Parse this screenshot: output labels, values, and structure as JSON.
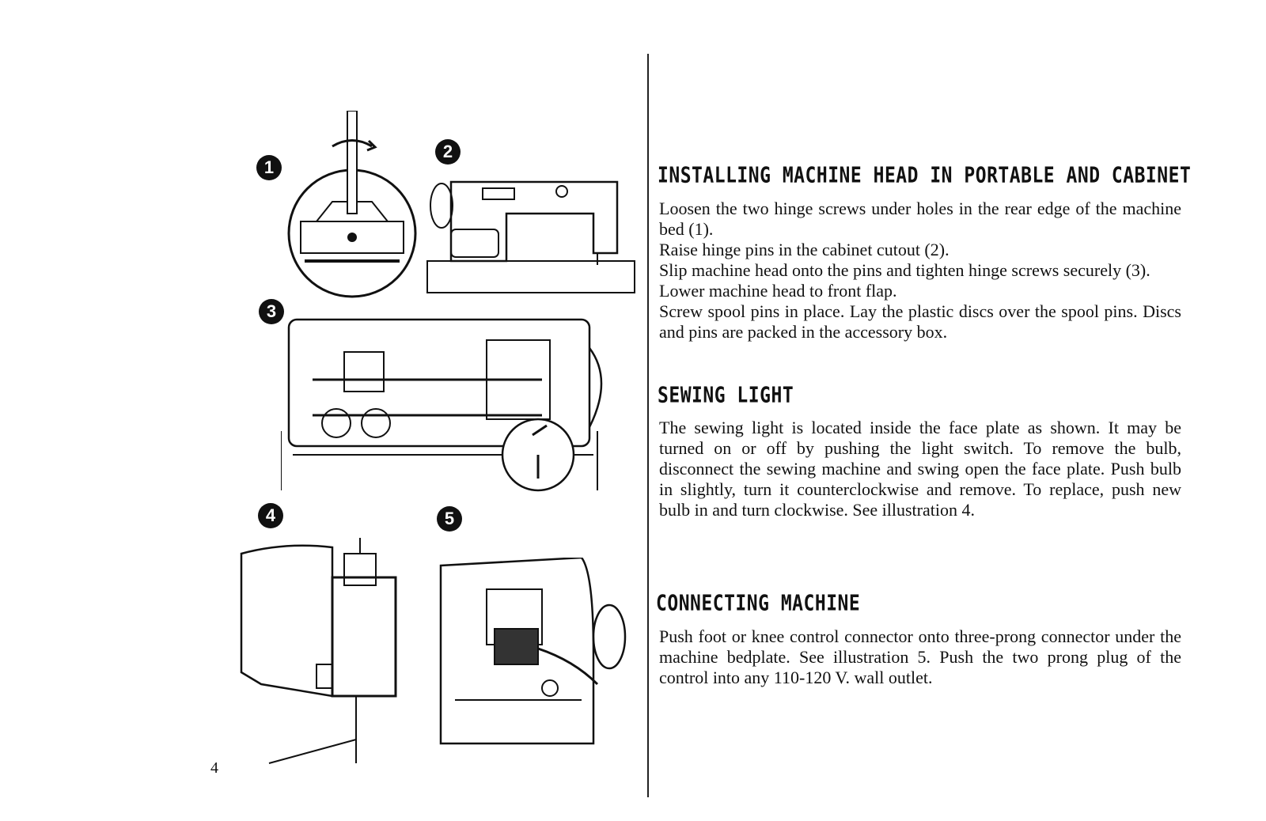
{
  "page_number": "4",
  "figures": {
    "fig1": {
      "badge": "1",
      "label": "figure-1"
    },
    "fig2": {
      "badge": "2",
      "label": "figure-2"
    },
    "fig3": {
      "badge": "3",
      "label": "figure-3"
    },
    "fig4": {
      "badge": "4",
      "label": "figure-4"
    },
    "fig5": {
      "badge": "5",
      "label": "figure-5"
    }
  },
  "sections": {
    "installing": {
      "heading": "INSTALLING MACHINE HEAD IN PORTABLE AND CABINET",
      "lines": [
        "Loosen the two hinge screws under holes in the rear edge of the machine bed (1).",
        "Raise hinge pins in the cabinet cutout (2).",
        "Slip machine head onto the pins and tighten hinge screws securely (3).",
        "Lower machine head to front flap.",
        "Screw spool pins in place. Lay the plastic discs over the spool pins. Discs and pins are packed in the accessory box."
      ]
    },
    "sewing_light": {
      "heading": "SEWING LIGHT",
      "text": "The sewing light is located inside the face plate as shown. It may be turned on or off by pushing the light switch. To remove the bulb, disconnect the sewing machine and swing open the face plate. Push bulb in slightly, turn it counterclockwise and remove. To replace, push new bulb in and turn clockwise. See illustration 4."
    },
    "connecting": {
      "heading": "CONNECTING MACHINE",
      "text": "Push foot or knee control connector onto three-prong connector under the machine bedplate. See illustration 5. Push the two prong plug of the control into any 110-120 V. wall outlet."
    }
  }
}
